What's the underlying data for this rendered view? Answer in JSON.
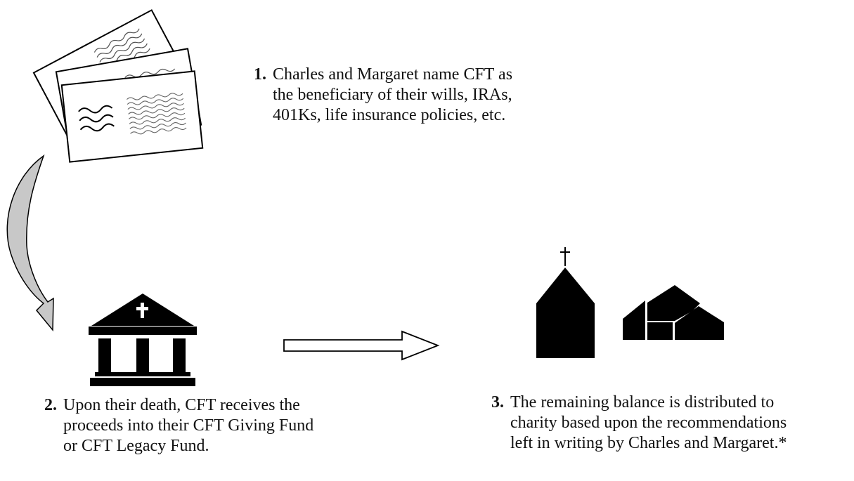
{
  "steps": [
    {
      "number": "1.",
      "lines": [
        "Charles and Margaret name CFT as",
        "the beneficiary of their wills, IRAs,",
        "401Ks, life insurance policies, etc."
      ]
    },
    {
      "number": "2.",
      "lines": [
        "Upon their death, CFT receives the",
        "proceeds into their CFT Giving Fund",
        "or CFT Legacy Fund."
      ]
    },
    {
      "number": "3.",
      "lines": [
        "The remaining balance is distributed to",
        "charity based upon the recommendations",
        "left in writing by Charles and Margaret.*"
      ]
    }
  ],
  "icons": {
    "documents": "documents-stack-icon",
    "curved_arrow": "curved-arrow-icon",
    "foundation": "temple-with-cross-icon",
    "right_arrow": "right-arrow-icon",
    "church": "church-icon",
    "buildings": "buildings-icon"
  },
  "colors": {
    "arrow_fill": "#c8c8c8",
    "ink": "#000000"
  }
}
